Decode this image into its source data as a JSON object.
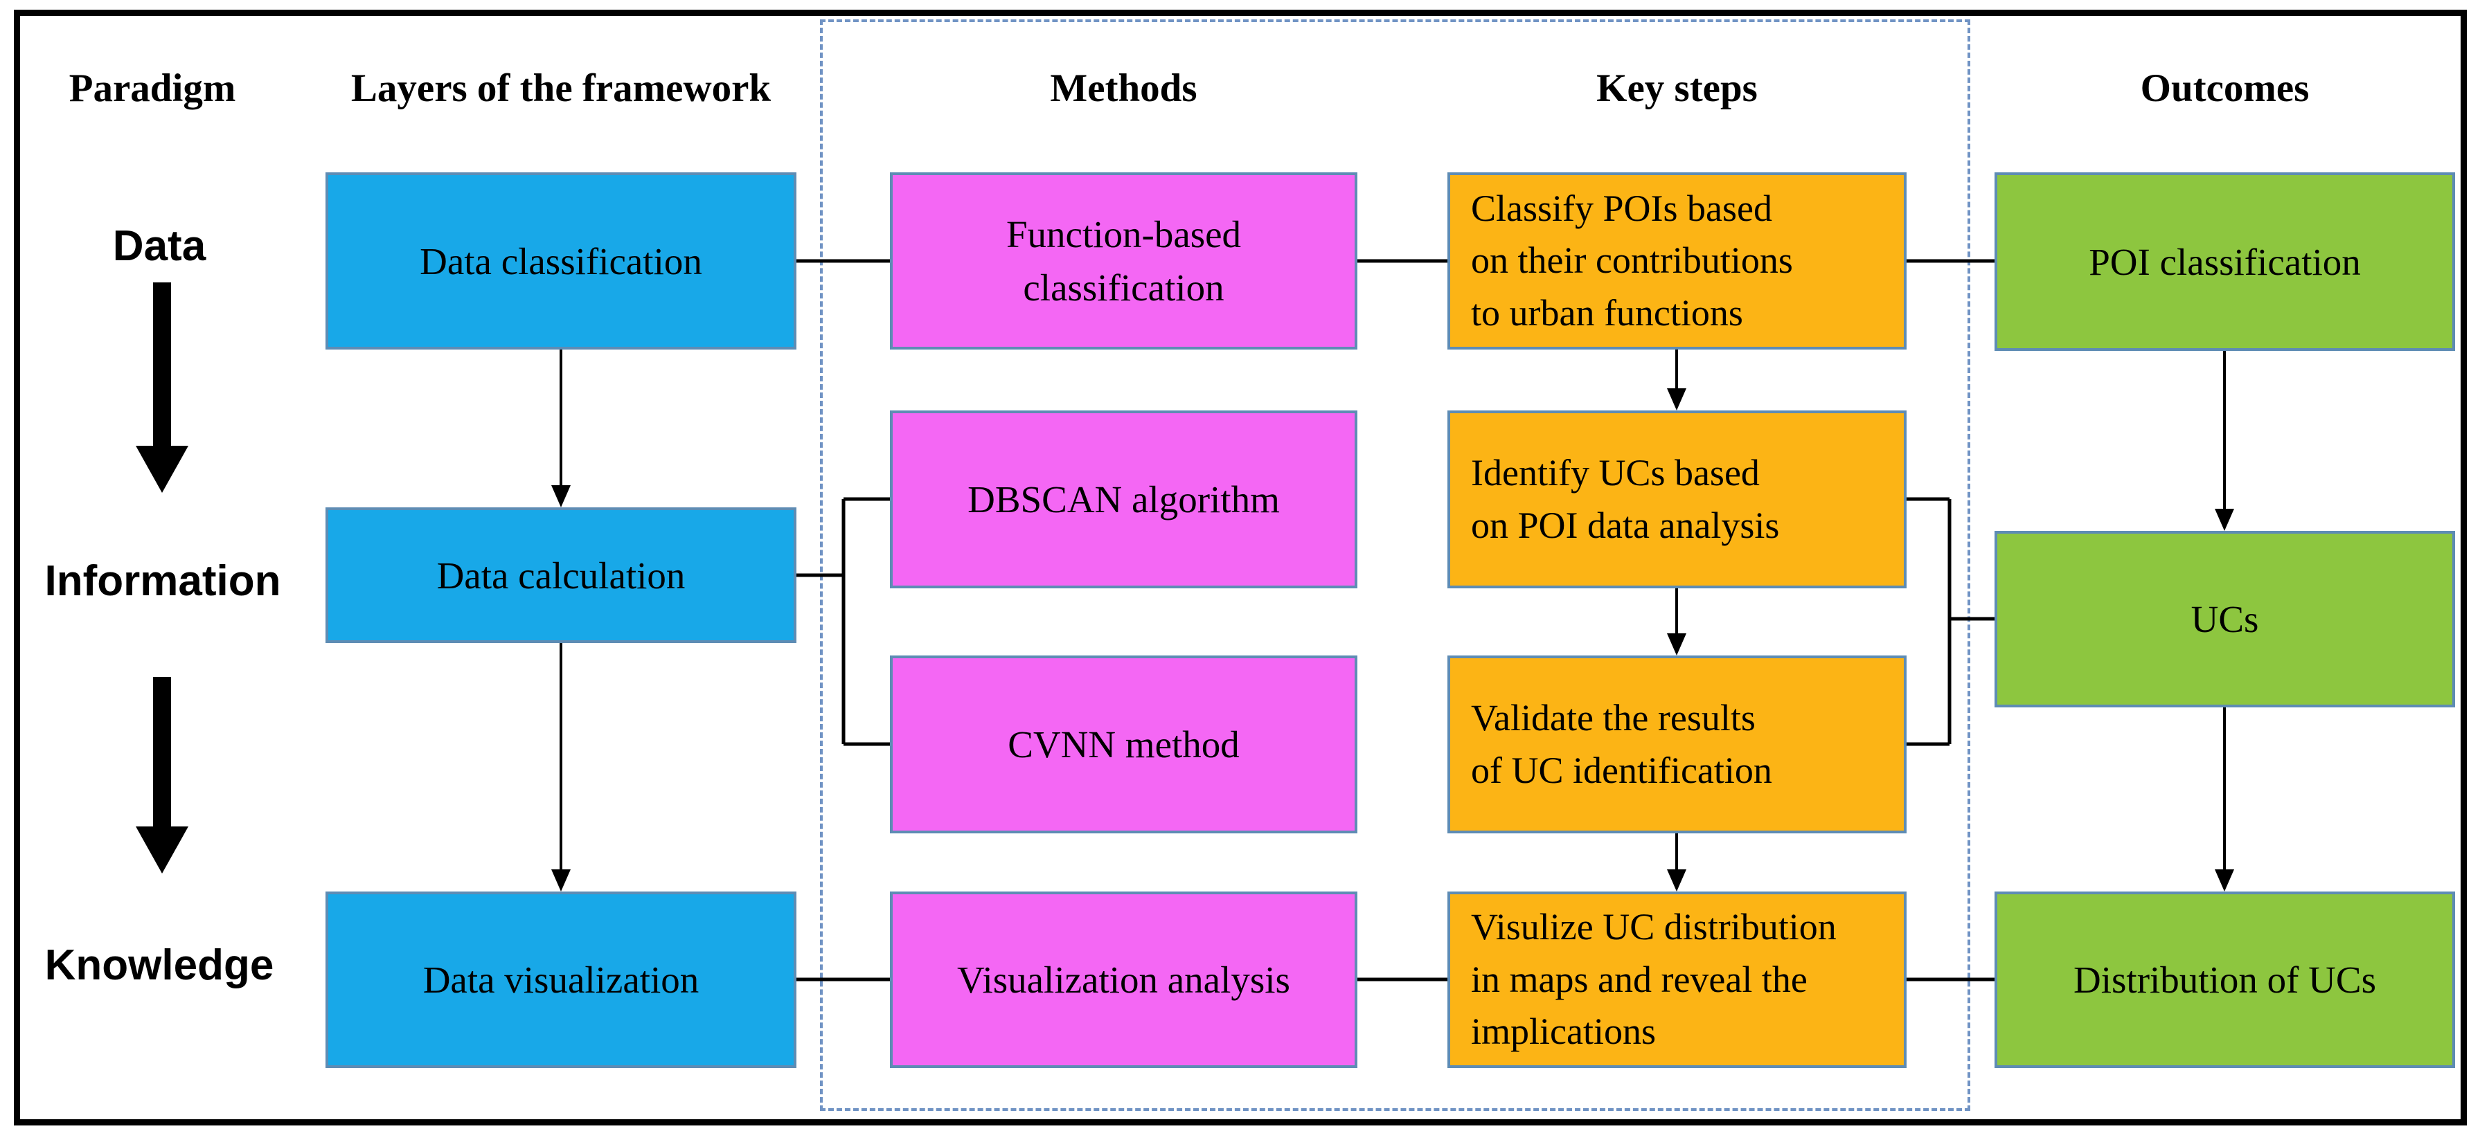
{
  "colors": {
    "layer-fill": "#18a8e8",
    "method-fill": "#f467f4",
    "step-fill": "#fcb415",
    "outcome-fill": "#8dc63f",
    "node-border": "#5e8cb4",
    "dashed-border": "#7093c4",
    "frame-border": "#000000"
  },
  "headers": {
    "paradigm": "Paradigm",
    "layers": "Layers of the framework",
    "methods": "Methods",
    "key_steps": "Key steps",
    "outcomes": "Outcomes"
  },
  "paradigm": {
    "data": "Data",
    "information": "Information",
    "knowledge": "Knowledge"
  },
  "nodes": {
    "data_classification": "Data classification",
    "data_calculation": "Data calculation",
    "data_visualization": "Data visualization",
    "function_based_classification": "Function-based\nclassification",
    "dbscan_algorithm": "DBSCAN algorithm",
    "cvnn_method": "CVNN method",
    "visualization_analysis": "Visualization analysis",
    "classify_pois": "Classify POIs based\non their contributions\nto urban functions",
    "identify_ucs": "Identify UCs based\non POI data analysis",
    "validate_results": "Validate the results\nof UC identification",
    "visualize_uc_distribution": "Visulize UC distribution\nin maps and reveal the\nimplications",
    "poi_classification": "POI classification",
    "ucs": "UCs",
    "distribution_of_ucs": "Distribution of UCs"
  }
}
